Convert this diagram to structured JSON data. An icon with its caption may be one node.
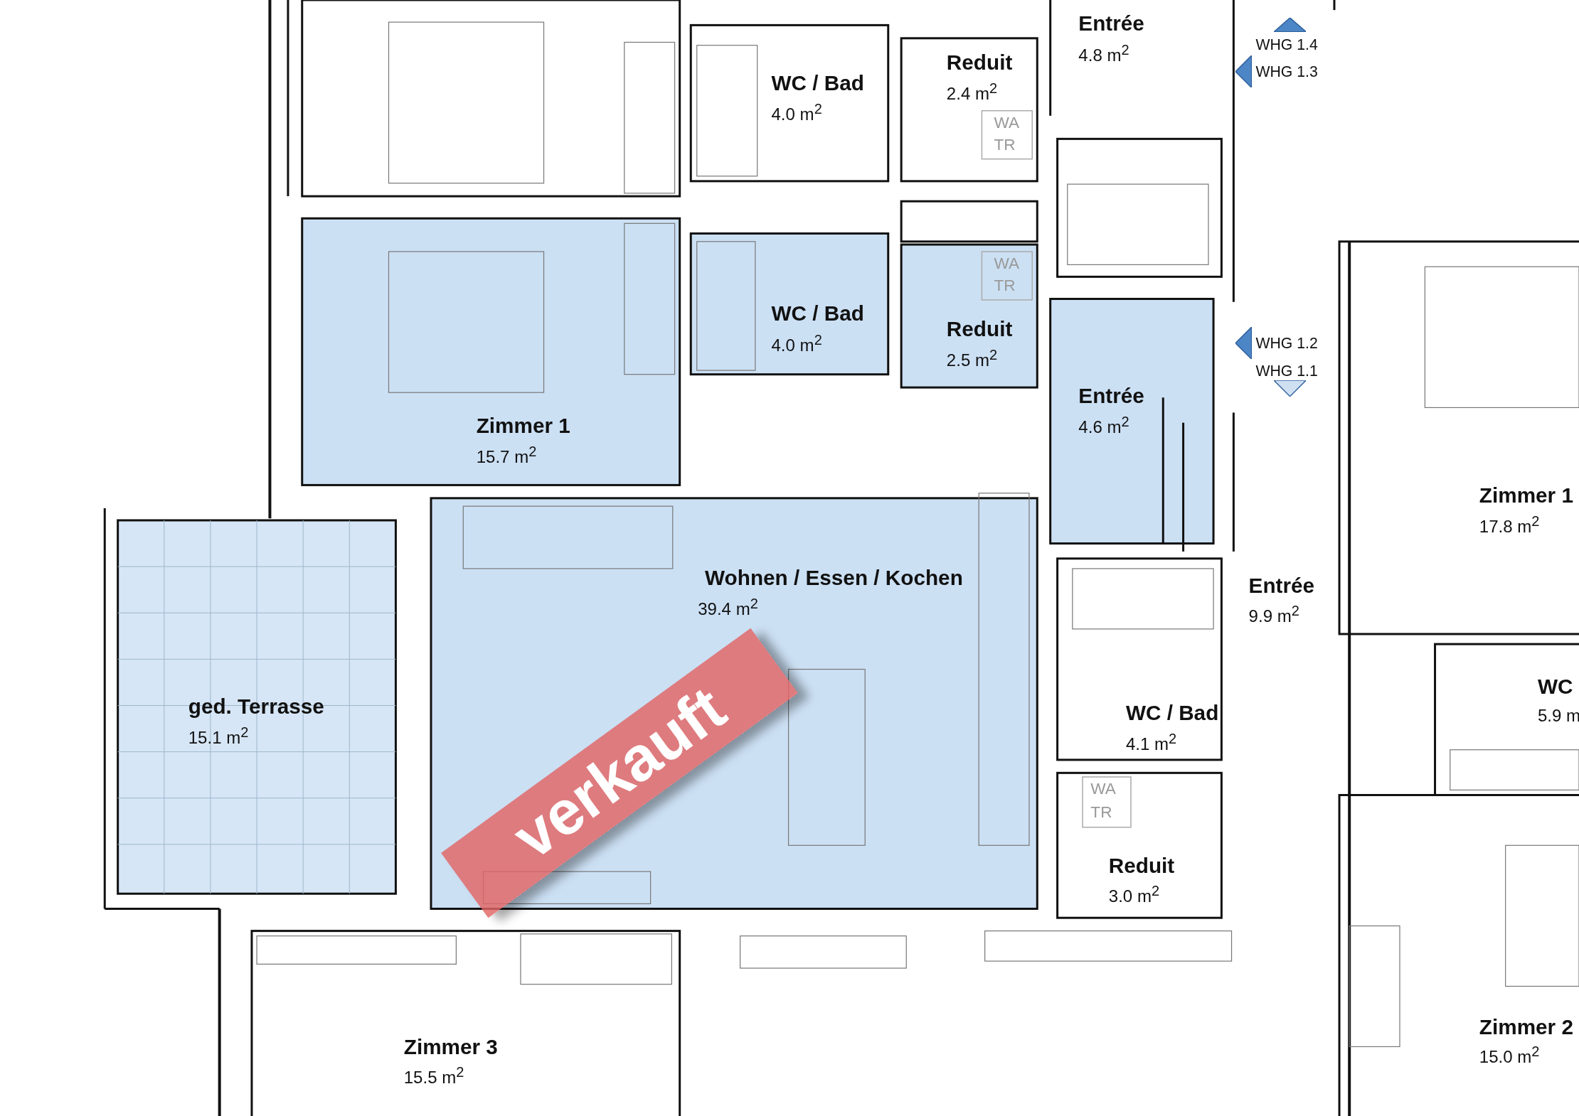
{
  "diagram": {
    "labels": [
      "Entrée",
      "4.8 m$^{2}$",
      "WHG 1.4",
      "WC / Bad",
      "4.0 m$^{2}$",
      "Reduit",
      "2.4 m$^{2}$",
      "WHG 1.3",
      "WA",
      "TR",
      "WA",
      "TR",
      "WC / Bad",
      "Reduit",
      "4.0 m$^{2}$",
      "2.5 m$^{2}$",
      "WHG 1.2",
      "WHG 1.1",
      "Entrée",
      "4.6 m$^{2}$",
      "Zimmer 1",
      "15.7 m$^{2}$",
      "Zimmer 1",
      "17.8 m$^{2}$",
      "verkauft",
      "Wohnen / Essen / Kochen",
      "39.4 m$^{2}$",
      "Entrée",
      "9.9 m$^{2}$",
      "WC",
      "5.9 m",
      "ged. Terrasse",
      "15.1 m$^{2}$",
      "WC / Bad",
      "4.1 m$^{2}$",
      "WA",
      "TR",
      "Reduit",
      "3.0 m$^{2}$",
      "Zimmer 3",
      "15.5 m$^{2}$",
      "Zimmer 2",
      "15.0 m$^{2}$"
    ]
  }
}
